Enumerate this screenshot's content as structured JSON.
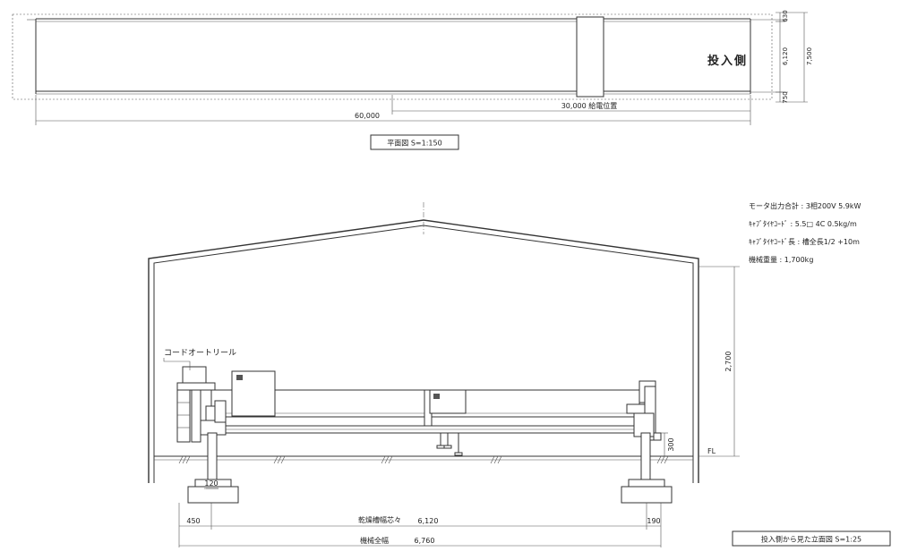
{
  "plan": {
    "side_label": "投入側",
    "dim_total_length": "60,000",
    "dim_feed_position": "30,000 給電位置",
    "dim_right_top": "630",
    "dim_right_mid": "6,120",
    "dim_right_bottom": "750",
    "dim_right_total": "7,500",
    "caption": "平面図  S=1:150"
  },
  "spec": {
    "line1": "モータ出力合計 : 3相200V 5.9kW",
    "line2": "ｷｬﾌﾞﾀｲﾔｺｰﾄﾞ : 5.5□ 4C  0.5kg/m",
    "line3": "ｷｬﾌﾞﾀｲﾔｺｰﾄﾞ長 : 槽全長1/2 +10m",
    "line4": "機械重量 : 1,700kg"
  },
  "elevation": {
    "cord_reel_label": "コードオートリール",
    "dim_height": "2,700",
    "dim_rail": "300",
    "floor_label": "FL",
    "dim_120": "120",
    "dim_left_offset": "450",
    "dim_trough_center_label": "乾燥槽幅芯々",
    "dim_trough_center": "6,120",
    "dim_right_offset": "190",
    "dim_machine_width_label": "機械全幅",
    "dim_machine_width": "6,760",
    "caption": "投入側から見た立面図  S=1:25"
  }
}
